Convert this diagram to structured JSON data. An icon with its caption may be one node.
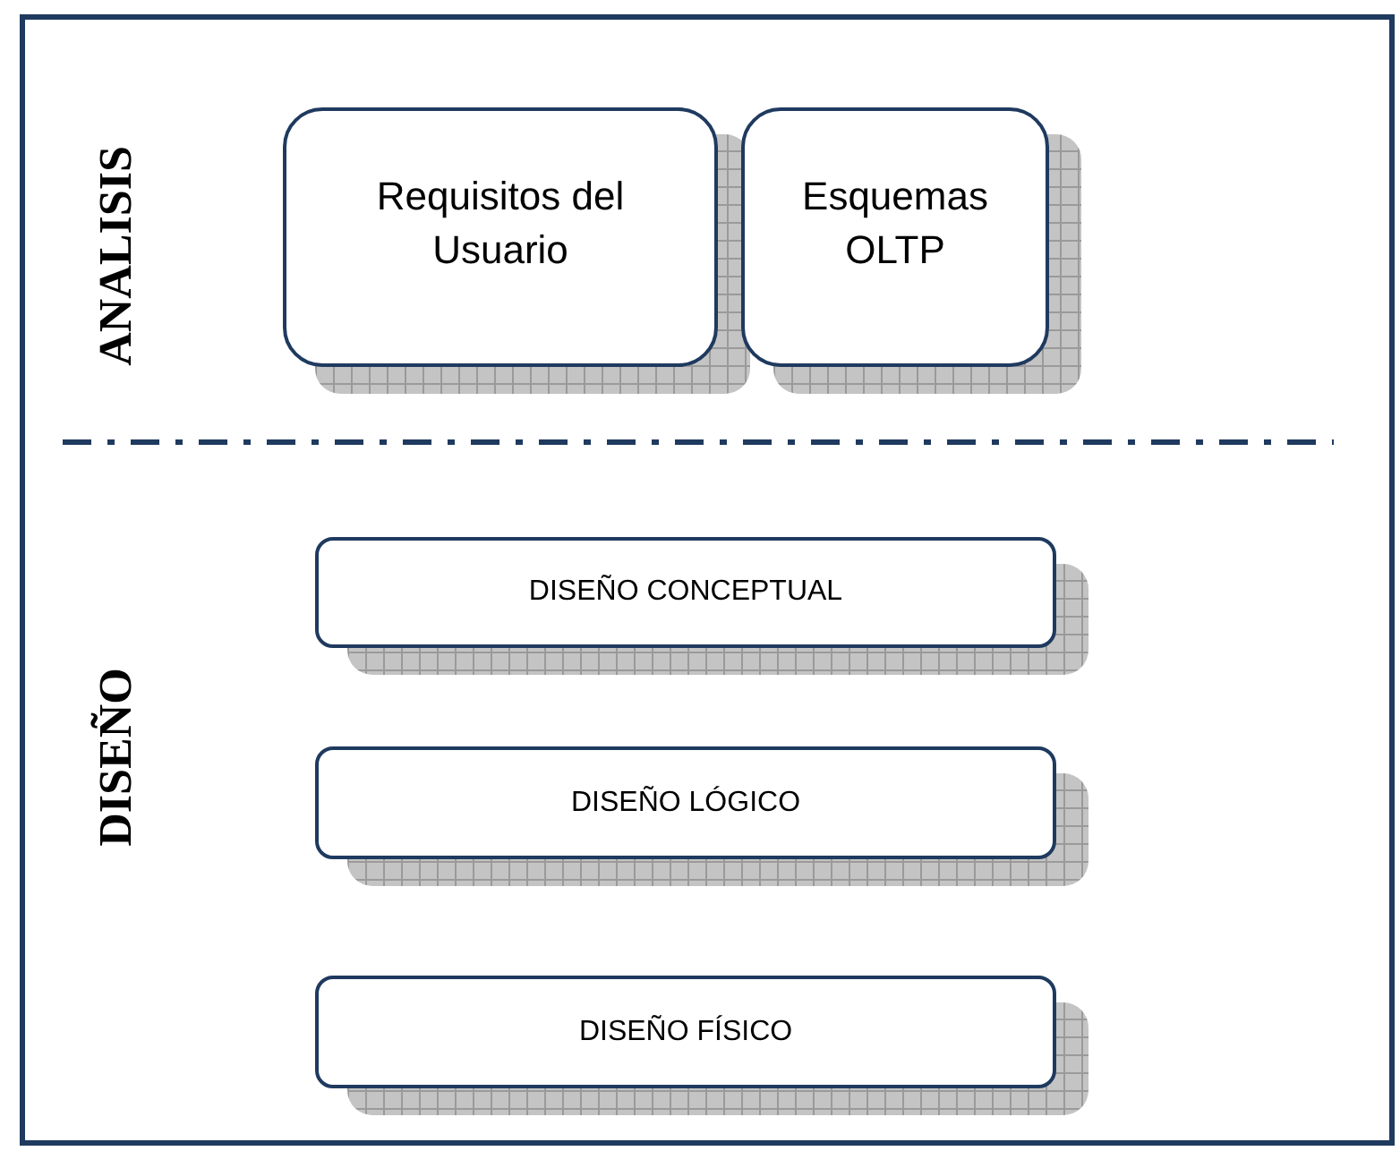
{
  "diagram": {
    "nodes": [
      {
        "text": [
          "Requisitos del Usuario"
        ]
      },
      {
        "text": [
          "Esquemas OLTP"
        ]
      },
      {
        "text": [
          "DISEÑO CONCEPTUAL"
        ]
      },
      {
        "text": [
          "DISEÑO LÓGICO"
        ]
      },
      {
        "text": [
          "DISEÑO FÍSICO"
        ]
      }
    ],
    "labels": [
      "ANALISIS",
      "DISEÑO"
    ]
  }
}
